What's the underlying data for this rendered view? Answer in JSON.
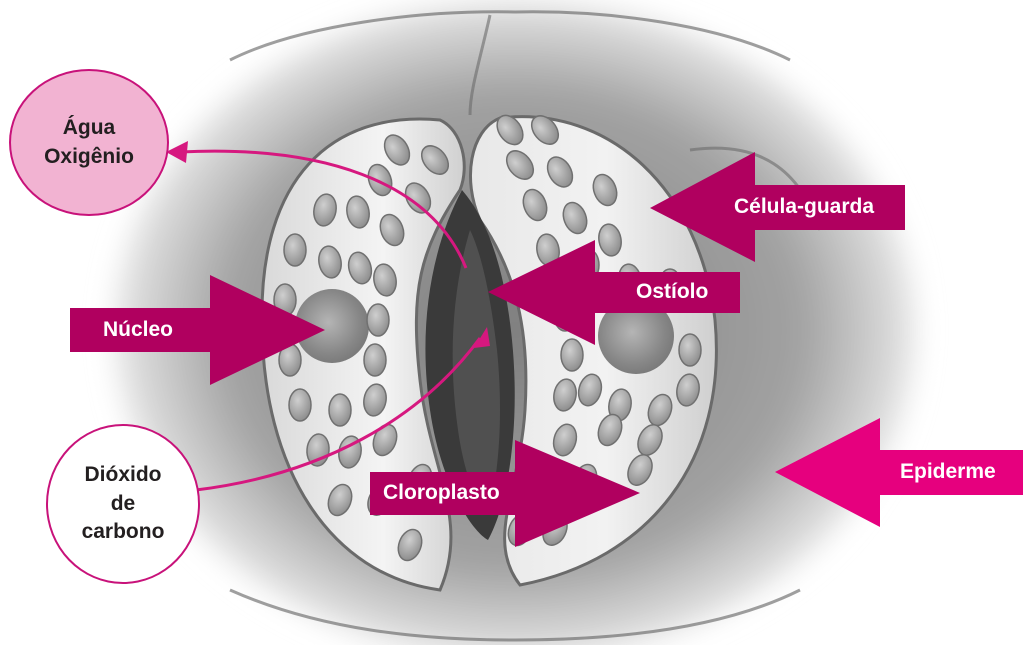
{
  "circles": {
    "out": {
      "lines": [
        "Água",
        "Oxigênio"
      ]
    },
    "in": {
      "lines": [
        "Dióxido",
        "de",
        "carbono"
      ]
    }
  },
  "labels": {
    "nucleo": "Núcleo",
    "celula_guarda": "Célula-guarda",
    "ostiolo": "Ostíolo",
    "cloroplasto": "Cloroplasto",
    "epiderme": "Epiderme"
  },
  "colors": {
    "arrow": "#b0005f",
    "arrow_pale": "#e6007e",
    "circle_border": "#c8127a",
    "circle_out_fill": "#f2b3d2",
    "line": "#d6187f"
  }
}
